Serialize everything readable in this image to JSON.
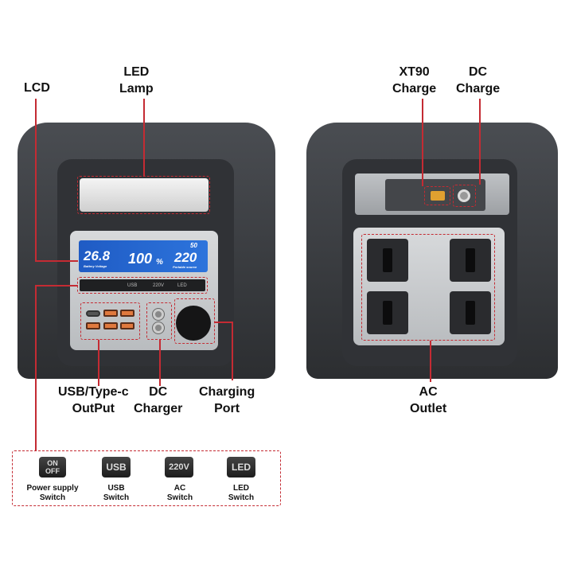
{
  "labels": {
    "lcd": "LCD",
    "led_lamp": [
      "LED",
      "Lamp"
    ],
    "xt90": [
      "XT90",
      "Charge"
    ],
    "dc_charge": [
      "DC",
      "Charge"
    ],
    "usb_output": [
      "USB/Type-c",
      "OutPut"
    ],
    "dc_charger": [
      "DC",
      "Charger"
    ],
    "charging_port": [
      "Charging",
      "Port"
    ],
    "ac_outlet": [
      "AC",
      "Outlet"
    ]
  },
  "lcd_display": {
    "battery_voltage": "26.8",
    "battery_voltage_label": "Battery Voltage",
    "percent": "100",
    "percent_unit": "%",
    "output_voltage": "220",
    "output_label": "Portable source",
    "frequency": "50"
  },
  "button_strip": [
    "USB",
    "220V",
    "LED"
  ],
  "switches": [
    {
      "key": "ON OFF",
      "label": [
        "Power supply",
        "Switch"
      ]
    },
    {
      "key": "USB",
      "label": [
        "USB",
        "Switch"
      ]
    },
    {
      "key": "220V",
      "label": [
        "AC",
        "Switch"
      ]
    },
    {
      "key": "LED",
      "label": [
        "LED",
        "Switch"
      ]
    }
  ],
  "colors": {
    "annotation": "#c42b33",
    "lcd": "#2d74dc",
    "usb_port": "#e0793e"
  }
}
